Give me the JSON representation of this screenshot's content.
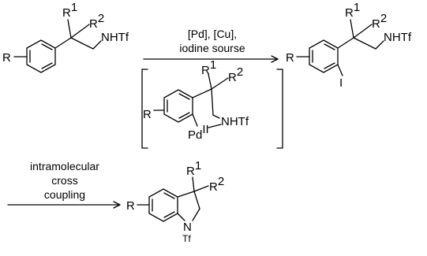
{
  "reaction1": {
    "conditions": [
      "[Pd], [Cu],",
      "iodine sourse"
    ]
  },
  "reaction2": {
    "conditions": [
      "intramolecular",
      "cross",
      "coupling"
    ]
  },
  "labels": {
    "r": "R",
    "r1_base": "R",
    "r1_sup": "1",
    "r2_base": "R",
    "r2_sup": "2",
    "nhtf": "NHTf",
    "iodo": "I",
    "pd_base": "Pd",
    "pd_sup": "II",
    "n": "N",
    "tf": "Tf"
  }
}
